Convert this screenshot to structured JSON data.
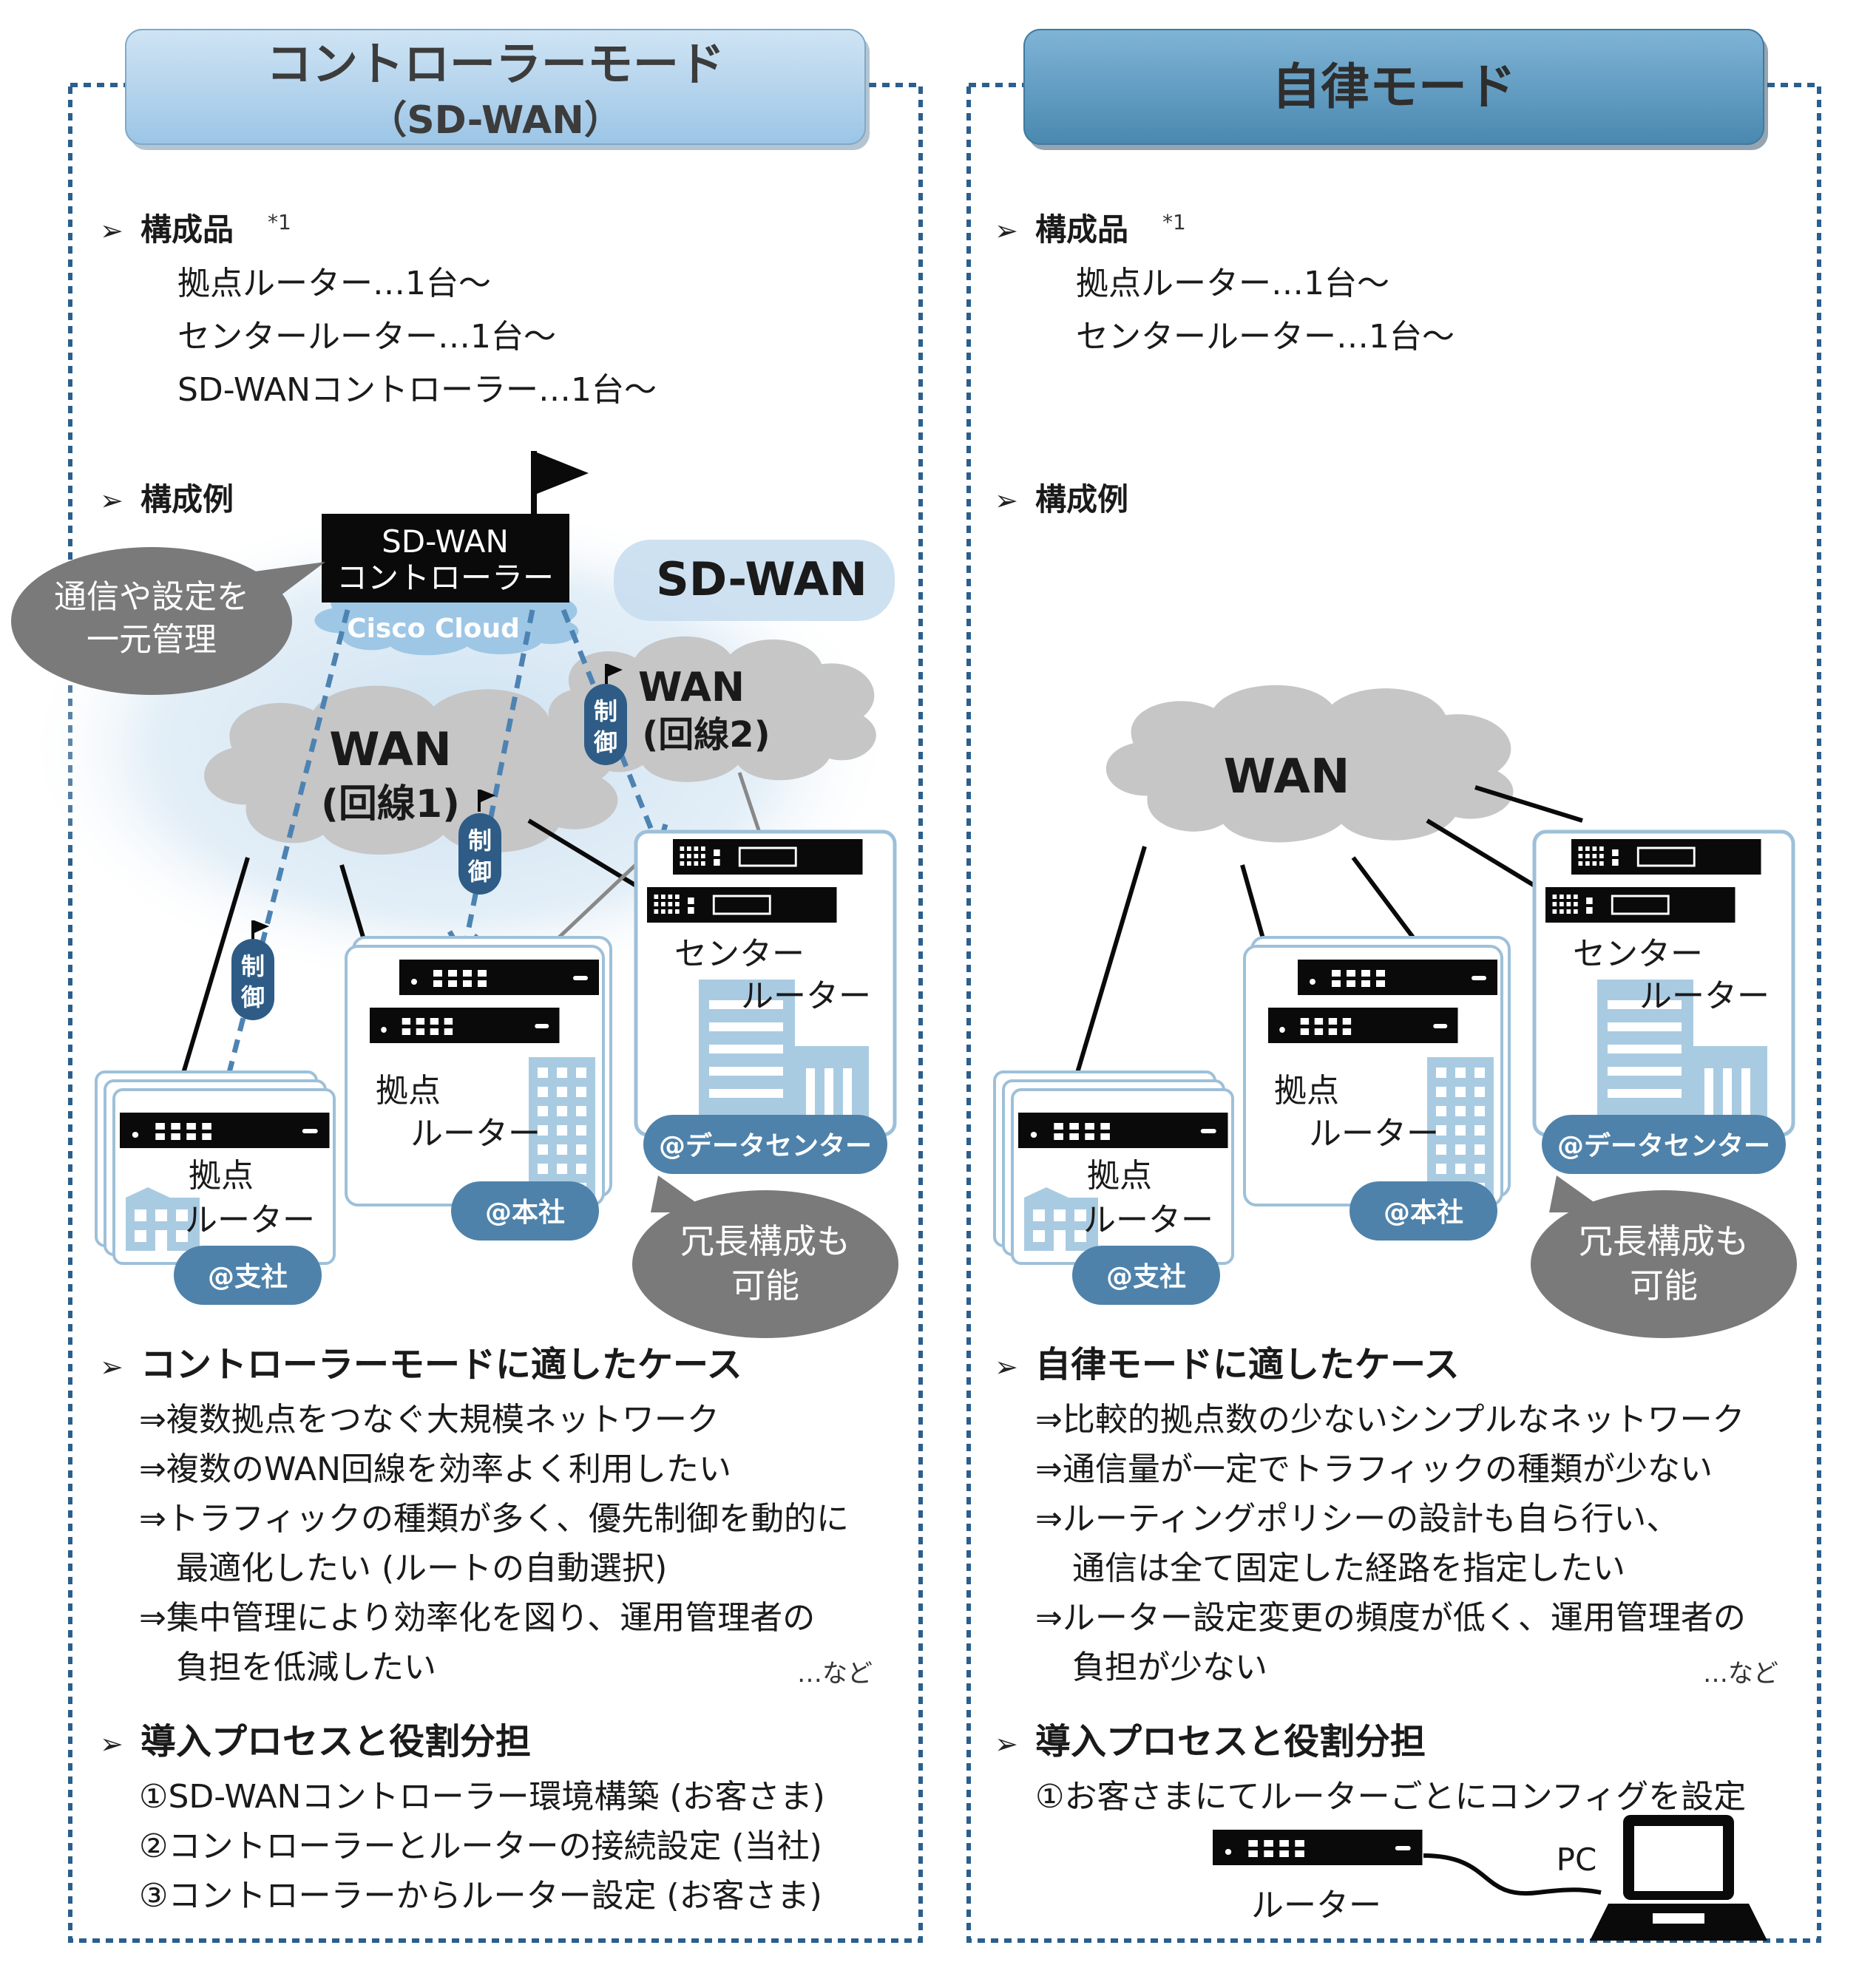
{
  "left": {
    "title_line1": "コントローラーモード",
    "title_line2": "（SD-WAN）",
    "components_heading": "構成品",
    "components_note": "*1",
    "components": [
      "拠点ルーター…1台～",
      "センタールーター…1台～",
      "SD-WANコントローラー…1台～"
    ],
    "example_heading": "構成例",
    "controller_line1": "SD-WAN",
    "controller_line2": "コントローラー",
    "cisco_cloud": "Cisco Cloud",
    "sdwan_label": "SD-WAN",
    "bubble_manage_line1": "通信や設定を",
    "bubble_manage_line2": "一元管理",
    "wan1_line1": "WAN",
    "wan1_line2": "(回線1)",
    "wan2_line1": "WAN",
    "wan2_line2": "(回線2)",
    "control_badge": [
      "制",
      "御"
    ],
    "center_router_line1": "センター",
    "center_router_line2": "ルーター",
    "hq_router_line1": "拠点",
    "hq_router_line2": "ルーター",
    "branch_router_line1": "拠点",
    "branch_router_line2": "ルーター",
    "tag_datacenter": "@データセンター",
    "tag_hq": "@本社",
    "tag_branch": "@支社",
    "bubble_redundant_line1": "冗長構成も",
    "bubble_redundant_line2": "可能",
    "cases_heading": "コントローラーモードに適したケース",
    "cases": [
      "⇒複数拠点をつなぐ大規模ネットワーク",
      "⇒複数のWAN回線を効率よく利用したい",
      "⇒トラフィックの種類が多く、優先制御を動的に",
      "最適化したい (ルートの自動選択)",
      "⇒集中管理により効率化を図り、運用管理者の",
      "負担を低減したい"
    ],
    "cases_etc": "…など",
    "process_heading": "導入プロセスと役割分担",
    "process": [
      "①SD-WANコントローラー環境構築 (お客さま)",
      "②コントローラーとルーターの接続設定 (当社)",
      "③コントローラーからルーター設定 (お客さま)"
    ]
  },
  "right": {
    "title": "自律モード",
    "components_heading": "構成品",
    "components_note": "*1",
    "components": [
      "拠点ルーター…1台～",
      "センタールーター…1台～"
    ],
    "example_heading": "構成例",
    "wan": "WAN",
    "center_router_line1": "センター",
    "center_router_line2": "ルーター",
    "hq_router_line1": "拠点",
    "hq_router_line2": "ルーター",
    "branch_router_line1": "拠点",
    "branch_router_line2": "ルーター",
    "tag_datacenter": "@データセンター",
    "tag_hq": "@本社",
    "tag_branch": "@支社",
    "bubble_redundant_line1": "冗長構成も",
    "bubble_redundant_line2": "可能",
    "cases_heading": "自律モードに適したケース",
    "cases": [
      "⇒比較的拠点数の少ないシンプルなネットワーク",
      "⇒通信量が一定でトラフィックの種類が少ない",
      "⇒ルーティングポリシーの設計も自ら行い、",
      "通信は全て固定した経路を指定したい",
      "⇒ルーター設定変更の頻度が低く、運用管理者の",
      "負担が少ない"
    ],
    "cases_etc": "…など",
    "process_heading": "導入プロセスと役割分担",
    "process": [
      "①お客さまにてルーターごとにコンフィグを設定"
    ],
    "router_label": "ルーター",
    "pc_label": "PC"
  },
  "colors": {
    "left_title_bg": "#b4d5ed",
    "right_title_bg": "#5b9ac0",
    "panel_border": "#2a5f8e",
    "tag_bg": "#4e82aa",
    "badge_bg": "#2e5c86",
    "cloud_grey": "#c6c6c6",
    "bubble_grey": "#7a7a7a",
    "building_blue": "#a9cbe2",
    "router_black": "#0a0a0a"
  }
}
